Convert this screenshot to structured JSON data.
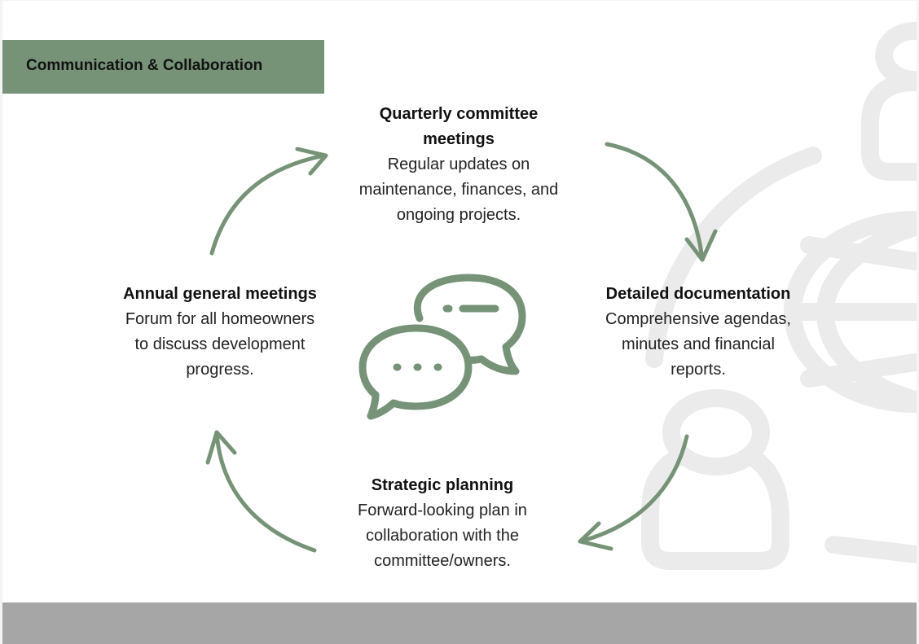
{
  "title": "Communication & Collaboration",
  "colors": {
    "accent": "#769377",
    "footer": "#a6a6a6",
    "watermark": "#ebebeb"
  },
  "nodes": {
    "top": {
      "heading_l1": "Quarterly committee",
      "heading_l2": "meetings",
      "lines": [
        "Regular updates on",
        "maintenance, finances, and",
        "ongoing projects."
      ]
    },
    "right": {
      "heading": "Detailed documentation",
      "lines": [
        "Comprehensive agendas,",
        "minutes and financial",
        "reports."
      ]
    },
    "bottom": {
      "heading": "Strategic planning",
      "lines": [
        "Forward-looking plan in",
        "collaboration with the",
        "committee/owners."
      ]
    },
    "left": {
      "heading": "Annual general meetings",
      "lines": [
        "Forum for all homeowners",
        "to discuss development",
        "progress."
      ]
    }
  },
  "icons": {
    "center": "chat-bubbles-icon",
    "watermark": "globe-people-icon"
  }
}
